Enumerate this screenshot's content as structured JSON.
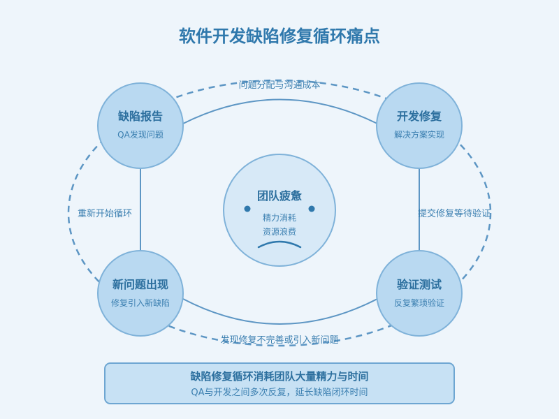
{
  "title": "软件开发缺陷修复循环痛点",
  "nodes": {
    "report": {
      "title": "缺陷报告",
      "subtitle": "QA发现问题"
    },
    "fix": {
      "title": "开发修复",
      "subtitle": "解决方案实现"
    },
    "verify": {
      "title": "验证测试",
      "subtitle": "反复繁琐验证"
    },
    "new_issue": {
      "title": "新问题出现",
      "subtitle": "修复引入新缺陷"
    },
    "center": {
      "title": "团队疲惫",
      "line1": "精力消耗",
      "line2": "资源浪费"
    }
  },
  "edges": {
    "top": "问题分配与沟通成本",
    "right": "提交修复等待验证",
    "bottom": "发现修复不完善或引入新问题",
    "left": "重新开始循环"
  },
  "summary": {
    "title": "缺陷修复循环消耗团队大量精力与时间",
    "subtitle": "QA与开发之间多次反复，延长缺陷闭环时间"
  },
  "colors": {
    "background": "#eef5fb",
    "node_fill": "#b9d9f1",
    "node_stroke": "#7fb2d9",
    "line": "#5d96c4",
    "text": "#2c6f9e"
  }
}
